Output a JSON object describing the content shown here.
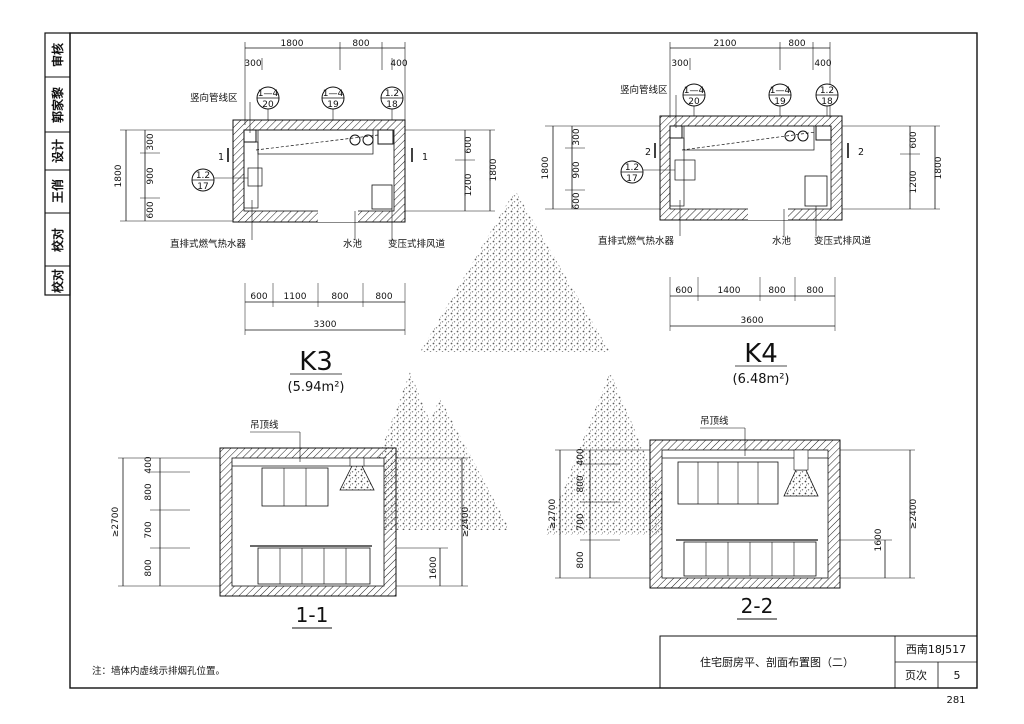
{
  "sidebar": {
    "cells": [
      "审核",
      "郭家黎",
      "设计",
      "王俏",
      "校对",
      "校对"
    ]
  },
  "k3_plan": {
    "title": "K3",
    "area": "(5.94m²)",
    "top_dims": [
      "1800",
      "800",
      "300",
      "400"
    ],
    "left_dims": [
      "300",
      "900",
      "600",
      "1800"
    ],
    "right_dims": [
      "600",
      "1200",
      "1800"
    ],
    "bottom_dims": [
      "600",
      "1100",
      "800",
      "800"
    ],
    "total_dim": "3300",
    "label_pipe": "竖向管线区",
    "label_heater": "直排式燃气热水器",
    "label_sink": "水池",
    "label_duct": "变压式排风道",
    "ref_1": {
      "top": "1—4",
      "bottom": "20"
    },
    "ref_2": {
      "top": "1—4",
      "bottom": "19"
    },
    "ref_3": {
      "top": "1.2",
      "bottom": "18"
    },
    "ref_4": {
      "top": "1.2",
      "bottom": "17"
    },
    "cut_label": "1"
  },
  "k4_plan": {
    "title": "K4",
    "area": "(6.48m²)",
    "top_dims": [
      "2100",
      "800",
      "300",
      "400"
    ],
    "left_dims": [
      "300",
      "900",
      "600",
      "1800"
    ],
    "right_dims": [
      "600",
      "1200",
      "1800"
    ],
    "bottom_dims": [
      "600",
      "1400",
      "800",
      "800"
    ],
    "total_dim": "3600",
    "label_pipe": "竖向管线区",
    "label_heater": "直排式燃气热水器",
    "label_sink": "水池",
    "label_duct": "变压式排风道",
    "ref_1": {
      "top": "1—4",
      "bottom": "20"
    },
    "ref_2": {
      "top": "1—4",
      "bottom": "19"
    },
    "ref_3": {
      "top": "1.2",
      "bottom": "18"
    },
    "ref_4": {
      "top": "1.2",
      "bottom": "17"
    },
    "cut_label": "2"
  },
  "section_1": {
    "label": "1-1",
    "ceiling_label": "吊顶线",
    "left_dims": [
      "400",
      "800",
      "700",
      "800",
      "≥2700"
    ],
    "right_dims": [
      "1600",
      "≥2400"
    ]
  },
  "section_2": {
    "label": "2-2",
    "ceiling_label": "吊顶线",
    "left_dims": [
      "400",
      "800",
      "700",
      "800",
      "≥2700"
    ],
    "right_dims": [
      "1600",
      "≥2400"
    ]
  },
  "note": "注：墙体内虚线示排烟孔位置。",
  "title_block": {
    "title": "住宅厨房平、剖面布置图（二）",
    "atlas_label": "西南18J517",
    "page_label": "页次",
    "page_value": "5"
  },
  "page_number": "281"
}
